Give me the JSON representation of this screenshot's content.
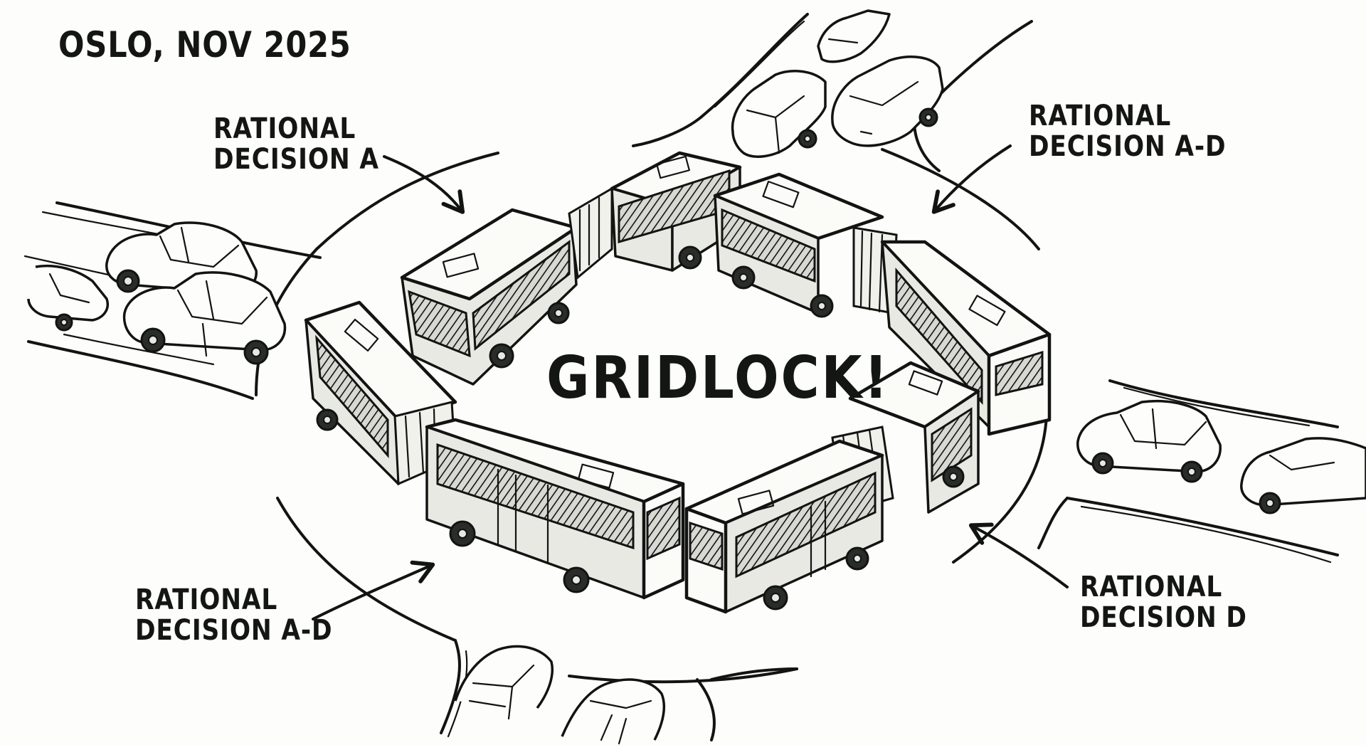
{
  "illustration": {
    "style": "hand-drawn ink sketch",
    "background_color": "#fdfdfb",
    "ink_color": "#121412",
    "title": "OSLO, NOV 2025",
    "center_text": "GRIDLOCK!",
    "annotations": [
      {
        "id": "top-left",
        "line1": "RATIONAL",
        "line2": "DECISION A"
      },
      {
        "id": "top-right",
        "line1": "RATIONAL",
        "line2": "DECISION A-D"
      },
      {
        "id": "bottom-left",
        "line1": "RATIONAL",
        "line2": "DECISION A-D"
      },
      {
        "id": "bottom-right",
        "line1": "RATIONAL",
        "line2": "DECISION D"
      }
    ],
    "scene": {
      "roundabout": "circular road",
      "buses": 4,
      "bus_type": "articulated bus",
      "approach_roads": [
        "west",
        "north",
        "east",
        "south"
      ],
      "cars": {
        "west": 3,
        "north": 3,
        "east": 2,
        "south": 2
      }
    }
  }
}
